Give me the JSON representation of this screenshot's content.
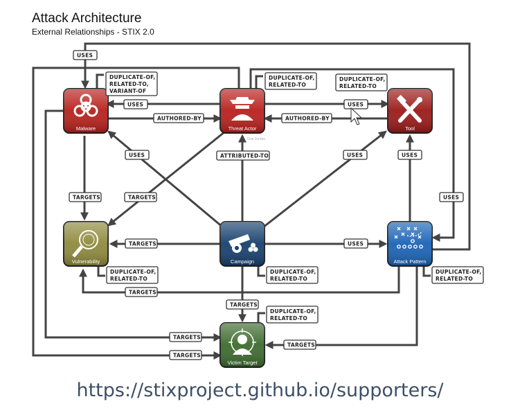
{
  "title": "Attack Architecture",
  "subtitle": "External Relationships - STIX 2.0",
  "url": "https://stixproject.github.io/supporters/",
  "nodes": {
    "malware": {
      "label": "Malware",
      "color": "#b8201c",
      "icon": "biohazard-icon"
    },
    "threat_actor": {
      "label": "Threat Actor",
      "color": "#b8201c",
      "icon": "hooded-figure-icon"
    },
    "tool": {
      "label": "Tool",
      "color": "#9a1a18",
      "icon": "wrench-hammer-icon"
    },
    "vulnerability": {
      "label": "Vulnerability",
      "color": "#8e8a3c",
      "icon": "magnifier-icon"
    },
    "campaign": {
      "label": "Campaign",
      "color": "#17406e",
      "icon": "cannon-icon"
    },
    "attack_pattern": {
      "label": "Attack Pattern",
      "color": "#1a63b6",
      "icon": "play-diagram-icon"
    },
    "victim_target": {
      "label": "Victim Target",
      "color": "#3d6b2e",
      "icon": "target-person-icon"
    }
  },
  "watermark": "Gun Jordan",
  "labels": {
    "uses_top": "USES",
    "dup_malware": [
      "DUPLICATE-OF,",
      "RELATED-TO,",
      "VARIANT-OF"
    ],
    "uses_ta_malware": "USES",
    "authored_by_malware": "AUTHORED-BY",
    "dup_threat_actor": [
      "DUPLICATE-OF,",
      "RELATED-TO"
    ],
    "dup_tool": [
      "DUPLICATE-OF,",
      "RELATED-TO"
    ],
    "uses_ta_tool": "USES",
    "authored_by_tool": "AUTHORED-BY",
    "uses_campaign_malware": "USES",
    "attributed_to": "ATTRIBUTED-TO",
    "uses_campaign_tool": "USES",
    "uses_ap_tool": "USES",
    "targets_malware_vuln": "TARGETS",
    "targets_ta_vuln": "TARGETS",
    "uses_ta_ap": "USES",
    "targets_campaign_vuln": "TARGETS",
    "uses_campaign_ap": "USES",
    "dup_vulnerability": [
      "DUPLICATE-OF,",
      "RELATED-TO"
    ],
    "dup_campaign": [
      "DUPLICATE-OF,",
      "RELATED-TO"
    ],
    "dup_attack_pattern": [
      "DUPLICATE-OF,",
      "RELATED-TO"
    ],
    "targets_ap_vuln": "TARGETS",
    "targets_campaign_victim": "TARGETS",
    "dup_victim": [
      "DUPLICATE-OF,",
      "RELATED-TO"
    ],
    "targets_malware_victim": "TARGETS",
    "targets_ap_victim": "TARGETS",
    "targets_ta_victim": "TARGETS"
  }
}
